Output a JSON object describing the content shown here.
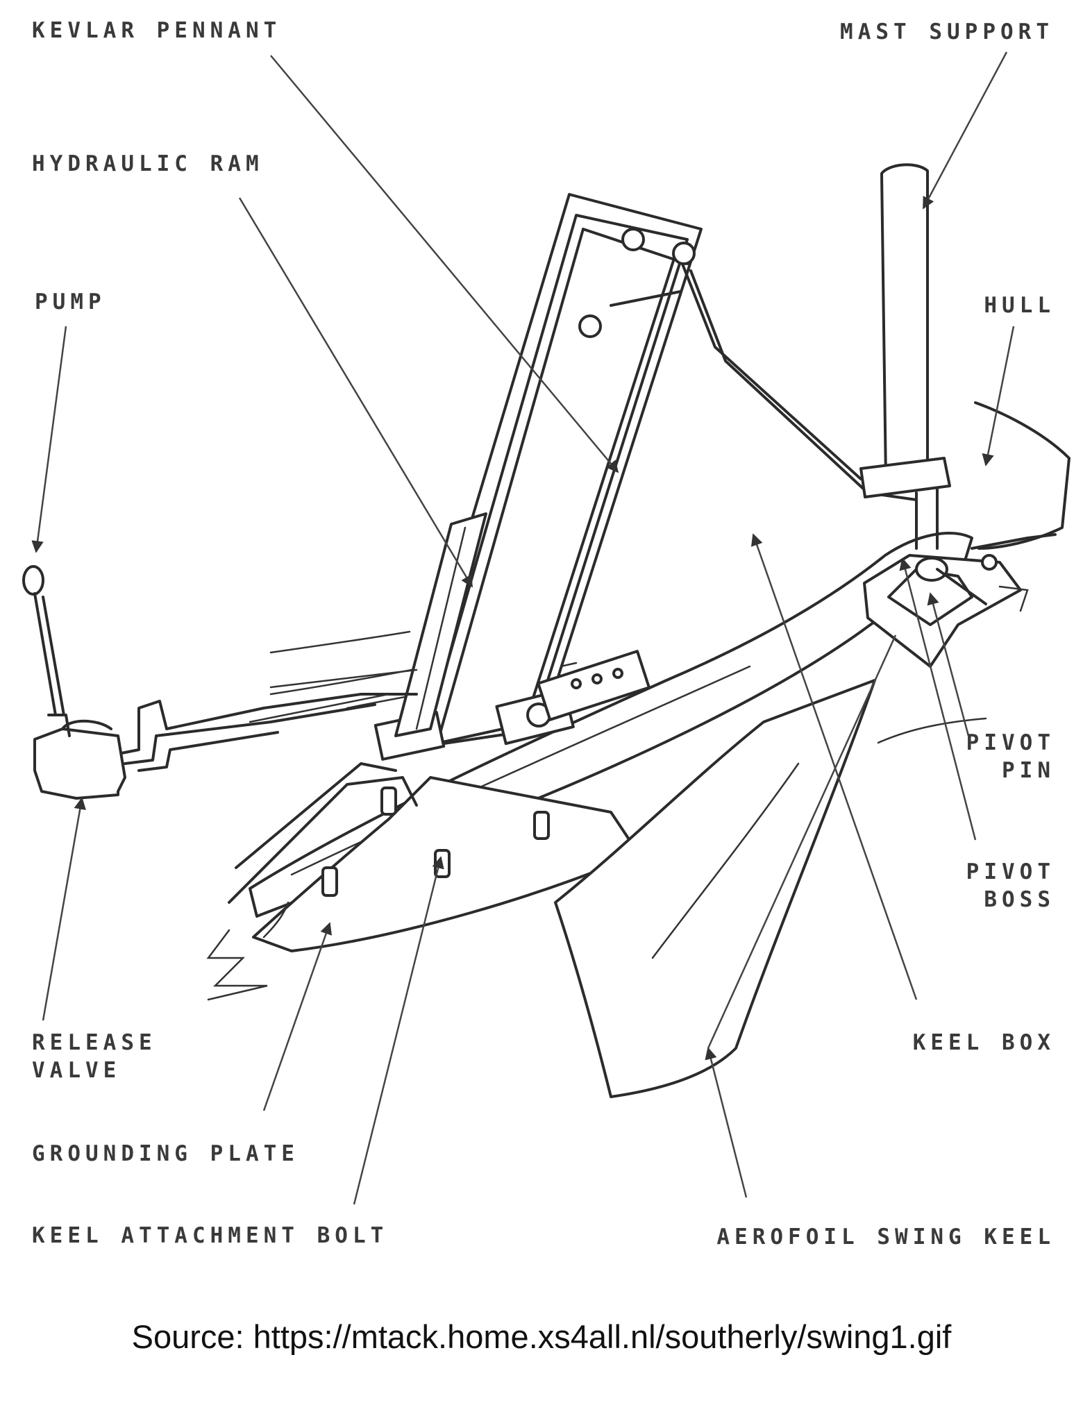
{
  "labels": {
    "kevlar_pennant": "KEVLAR PENNANT",
    "mast_support": "MAST SUPPORT",
    "hydraulic_ram": "HYDRAULIC RAM",
    "pump": "PUMP",
    "hull": "HULL",
    "pivot_pin": "PIVOT\nPIN",
    "pivot_boss": "PIVOT\nBOSS",
    "release_valve": "RELEASE\nVALVE",
    "keel_box": "KEEL BOX",
    "grounding_plate": "GROUNDING PLATE",
    "keel_attachment_bolt": "KEEL ATTACHMENT BOLT",
    "aerofoil_swing_keel": "AEROFOIL SWING KEEL"
  },
  "source": "Source: https://mtack.home.xs4all.nl/southerly/swing1.gif"
}
